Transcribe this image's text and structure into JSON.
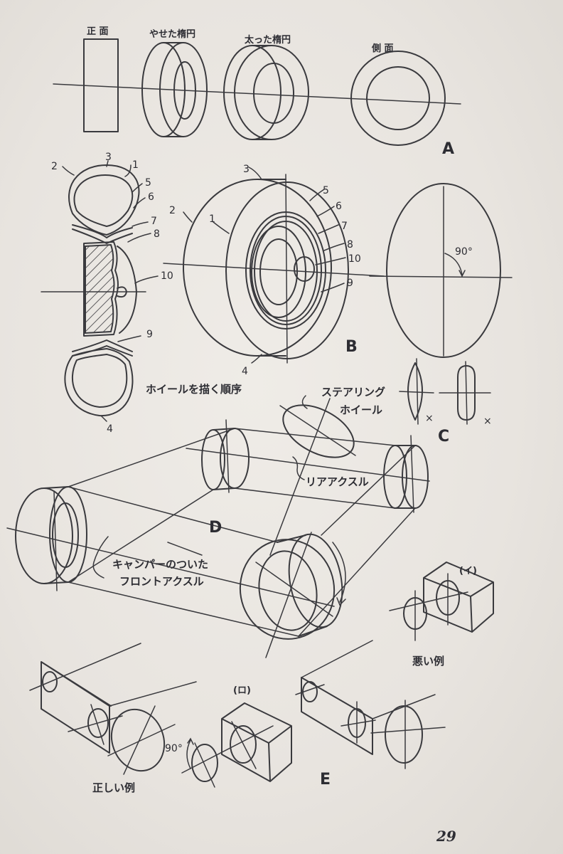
{
  "panel_a": {
    "label": "A",
    "views": [
      "正 面",
      "やせた楕円",
      "太った楕円",
      "側 面"
    ]
  },
  "panel_b": {
    "label": "B",
    "angle": "90°",
    "caption": "ホイールを描く順序",
    "section_numbers": [
      "2",
      "3",
      "1",
      "5",
      "6",
      "7",
      "8",
      "10",
      "9",
      "4"
    ],
    "wheel_numbers": [
      "3",
      "5",
      "2",
      "1",
      "6",
      "7",
      "8",
      "10",
      "9",
      "4"
    ]
  },
  "panel_c": {
    "label": "C",
    "marks": [
      "×",
      "×"
    ]
  },
  "panel_d": {
    "label": "D",
    "steering": [
      "ステアリング",
      "ホイール"
    ],
    "rear_axle": "リアアクスル",
    "front_axle": [
      "キャンパーのついた",
      "フロントアクスル"
    ]
  },
  "panel_e": {
    "label": "E",
    "bad_tag": "(イ)",
    "bad_caption": "悪い例",
    "good_tag": "(ロ)",
    "good_caption": "正しい例",
    "angle": "90°"
  },
  "page_number": "29"
}
